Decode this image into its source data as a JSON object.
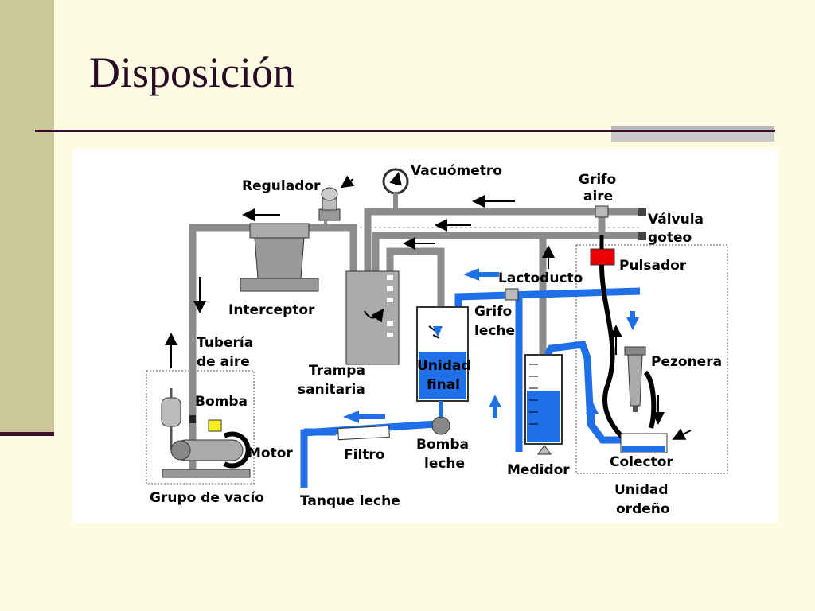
{
  "slide": {
    "title": "Disposición"
  },
  "diagram": {
    "labels": {
      "regulador": "Regulador",
      "vacuometro": "Vacuómetro",
      "grifo_aire_1": "Grifo",
      "grifo_aire_2": "aire",
      "valvula_1": "Válvula",
      "valvula_2": "goteo",
      "pulsador": "Pulsador",
      "lactoducto": "Lactoducto",
      "interceptor": "Interceptor",
      "grifo_leche_1": "Grifo",
      "grifo_leche_2": "leche",
      "tuberia_1": "Tubería",
      "tuberia_2": "de aire",
      "trampa_1": "Trampa",
      "trampa_2": "sanitaria",
      "unidad_final_1": "Unidad",
      "unidad_final_2": "final",
      "pezonera": "Pezonera",
      "bomba": "Bomba",
      "motor": "Motor",
      "filtro": "Filtro",
      "bomba_leche_1": "Bomba",
      "bomba_leche_2": "leche",
      "colector": "Colector",
      "medidor": "Medidor",
      "grupo_vacio": "Grupo de vacío",
      "tanque_leche": "Tanque leche",
      "unidad_ordeno_1": "Unidad",
      "unidad_ordeno_2": "ordeño"
    },
    "colors": {
      "air_pipe": "#8c8c8c",
      "milk_pipe": "#1f6fe8",
      "pulsator": "#ee0000",
      "pump_cap": "#f5ee1c"
    }
  }
}
